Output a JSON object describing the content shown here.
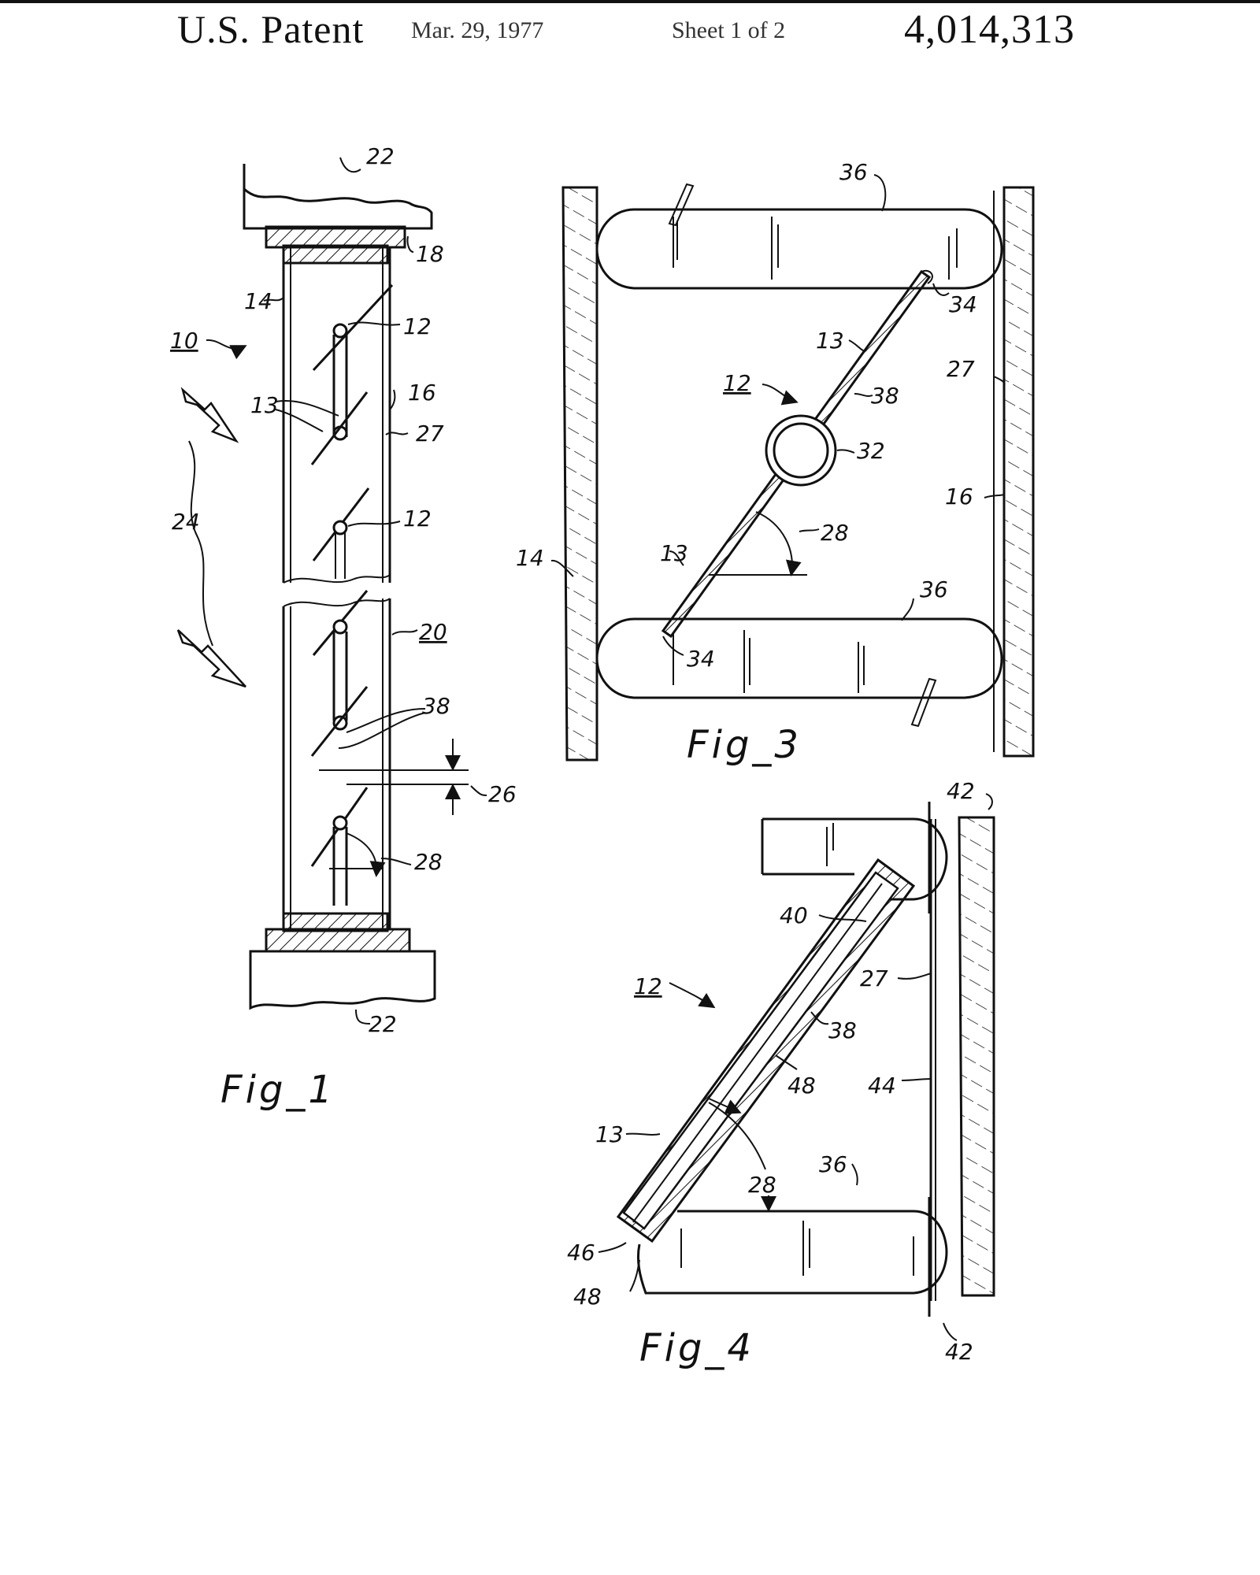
{
  "header": {
    "patent": "U.S. Patent",
    "date": "Mar. 29, 1977",
    "sheet": "Sheet 1 of 2",
    "number": "4,014,313"
  },
  "figures": {
    "fig1": {
      "caption": "Fig_1",
      "labels": [
        "22",
        "18",
        "14",
        "10",
        "12",
        "16",
        "13",
        "27",
        "24",
        "12",
        "20",
        "38",
        "26",
        "28",
        "22"
      ]
    },
    "fig3": {
      "caption": "Fig_3",
      "labels": [
        "36",
        "34",
        "13",
        "27",
        "12",
        "38",
        "32",
        "16",
        "28",
        "14",
        "13",
        "36",
        "34"
      ]
    },
    "fig4": {
      "caption": "Fig_4",
      "labels": [
        "42",
        "40",
        "27",
        "12",
        "38",
        "48",
        "44",
        "13",
        "36",
        "28",
        "46",
        "48",
        "42"
      ]
    }
  }
}
